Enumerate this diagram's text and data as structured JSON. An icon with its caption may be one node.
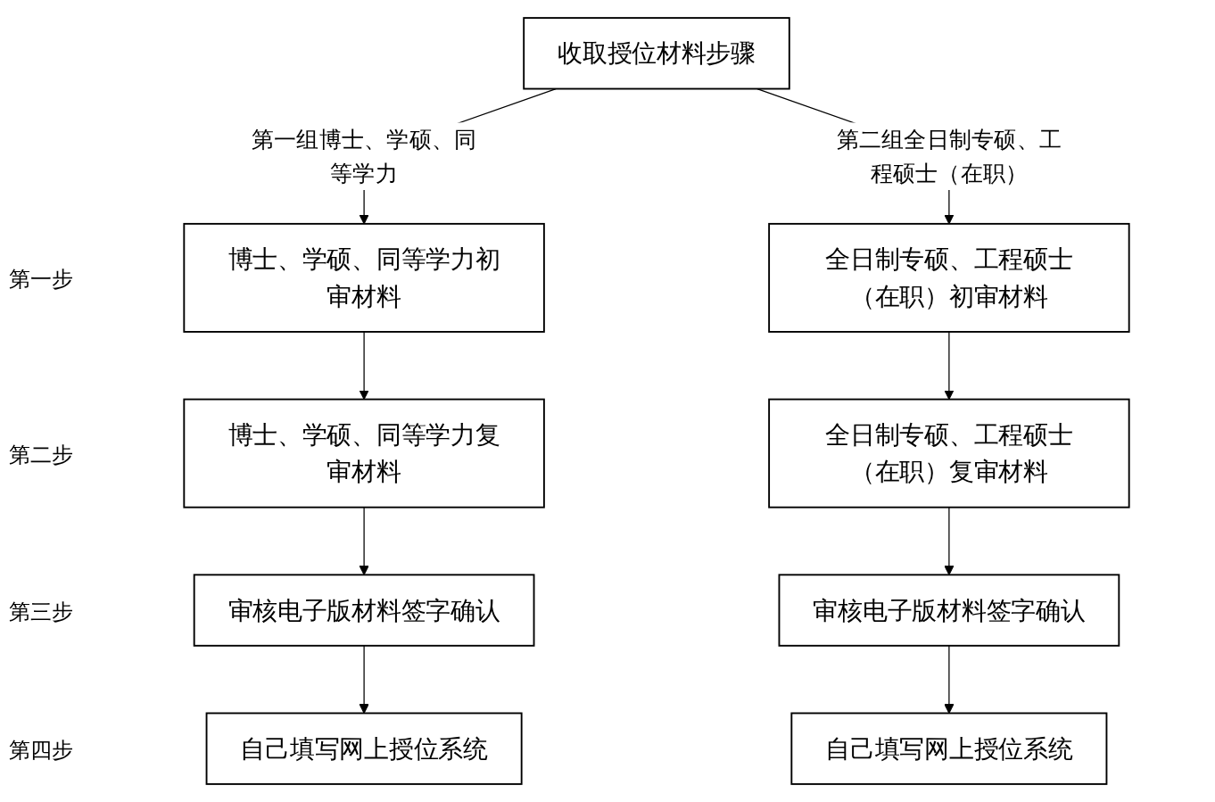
{
  "diagram": {
    "nodes": [
      {
        "text": [
          "收取授位材料步骤"
        ]
      },
      {
        "text": [
          "博士、学硕、同等学力初审材料"
        ]
      },
      {
        "text": [
          "博士、学硕、同等学力复审材料"
        ]
      },
      {
        "text": [
          "审核电子版材料签字确认"
        ]
      },
      {
        "text": [
          "自己填写网上授位系统"
        ]
      },
      {
        "text": [
          "全日制专硕、工程硕士（在职）初审材料"
        ]
      },
      {
        "text": [
          "全日制专硕、工程硕士（在职）复审材料"
        ]
      },
      {
        "text": [
          "审核电子版材料签字确认"
        ]
      },
      {
        "text": [
          "自己填写网上授位系统"
        ]
      }
    ],
    "edges": [
      {
        "from": 0,
        "to": 1,
        "arrow": "to",
        "label": "第一组博士、学硕、同等学力"
      },
      {
        "from": 0,
        "to": 5,
        "arrow": "to",
        "label": "第二组全日制专硕、工程硕士（在职）"
      },
      {
        "from": 1,
        "to": 2,
        "arrow": "to"
      },
      {
        "from": 2,
        "to": 3,
        "arrow": "to"
      },
      {
        "from": 3,
        "to": 4,
        "arrow": "to"
      },
      {
        "from": 5,
        "to": 6,
        "arrow": "to"
      },
      {
        "from": 6,
        "to": 7,
        "arrow": "to"
      },
      {
        "from": 7,
        "to": 8,
        "arrow": "to"
      }
    ],
    "labels": [
      "第一步",
      "第二步",
      "第三步",
      "第四步"
    ]
  }
}
